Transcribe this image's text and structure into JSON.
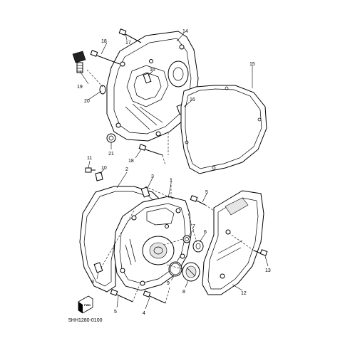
{
  "diagram_code": "5HH1280-0100",
  "fwd_label": "FWD",
  "callouts": {
    "c1": "1",
    "c2": "2",
    "c3a": "3",
    "c3b": "3",
    "c4": "4",
    "c5a": "5",
    "c5b": "5",
    "c6": "6",
    "c7": "7",
    "c8": "8",
    "c9": "9",
    "c10": "10",
    "c11": "11",
    "c12": "12",
    "c13": "13",
    "c14": "14",
    "c15": "15",
    "c16a": "16",
    "c16b": "16",
    "c17": "17",
    "c18a": "18",
    "c18b": "18",
    "c19": "19",
    "c20": "20",
    "c21": "21"
  }
}
